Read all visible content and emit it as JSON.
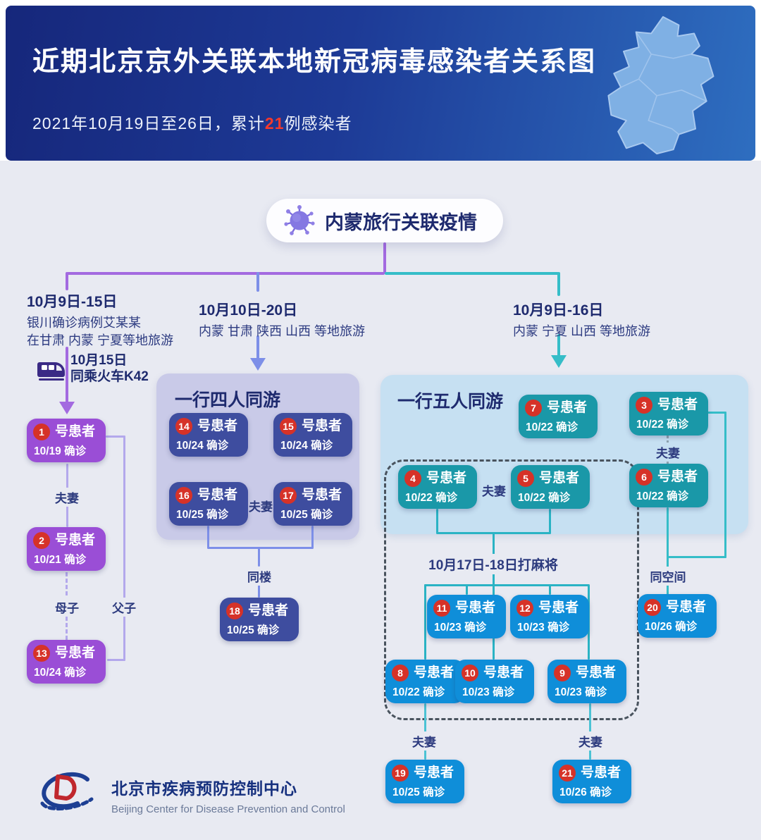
{
  "header": {
    "title": "近期北京京外关联本地新冠病毒感染者关系图",
    "subtitle_prefix": "2021年10月19日至26日，累计",
    "subtitle_count": "21",
    "subtitle_suffix": "例感染者"
  },
  "root_node": {
    "label": "内蒙旅行关联疫情",
    "icon": "virus-icon"
  },
  "branches": [
    {
      "date": "10月9日-15日",
      "lines": [
        "银川确诊病例艾某某",
        "在甘肃 内蒙 宁夏等地旅游"
      ]
    },
    {
      "date": "10月10日-20日",
      "lines": [
        "内蒙 甘肃 陕西 山西 等地旅游"
      ]
    },
    {
      "date": "10月9日-16日",
      "lines": [
        "内蒙 宁夏 山西 等地旅游"
      ]
    }
  ],
  "train_note": {
    "icon": "train-icon",
    "date": "10月15日",
    "text": "同乘火车K42"
  },
  "groups": [
    {
      "label": "一行四人同游"
    },
    {
      "label": "一行五人同游"
    }
  ],
  "labels": {
    "patient_suffix": "号患者",
    "spouse": "夫妻",
    "mother_son": "母子",
    "father_son": "父子",
    "same_building": "同楼",
    "same_space": "同空间",
    "mahjong": "10月17日-18日打麻将"
  },
  "patients": [
    {
      "num": "1",
      "date": "10/19 确诊"
    },
    {
      "num": "2",
      "date": "10/21 确诊"
    },
    {
      "num": "3",
      "date": "10/22 确诊"
    },
    {
      "num": "4",
      "date": "10/22 确诊"
    },
    {
      "num": "5",
      "date": "10/22 确诊"
    },
    {
      "num": "6",
      "date": "10/22 确诊"
    },
    {
      "num": "7",
      "date": "10/22 确诊"
    },
    {
      "num": "8",
      "date": "10/22 确诊"
    },
    {
      "num": "9",
      "date": "10/23 确诊"
    },
    {
      "num": "10",
      "date": "10/23 确诊"
    },
    {
      "num": "11",
      "date": "10/23 确诊"
    },
    {
      "num": "12",
      "date": "10/23 确诊"
    },
    {
      "num": "13",
      "date": "10/24 确诊"
    },
    {
      "num": "14",
      "date": "10/24 确诊"
    },
    {
      "num": "15",
      "date": "10/24 确诊"
    },
    {
      "num": "16",
      "date": "10/25 确诊"
    },
    {
      "num": "17",
      "date": "10/25 确诊"
    },
    {
      "num": "18",
      "date": "10/25 确诊"
    },
    {
      "num": "19",
      "date": "10/25 确诊"
    },
    {
      "num": "20",
      "date": "10/26 确诊"
    },
    {
      "num": "21",
      "date": "10/26 确诊"
    }
  ],
  "footer": {
    "org_cn": "北京市疾病预防控制中心",
    "org_en": "Beijing Center for Disease Prevention and Control"
  },
  "palette": {
    "header_gradient_start": "#16277b",
    "header_gradient_end": "#2e6ec0",
    "page_bg": "#e8eaf2",
    "node_purple": "#9a4ed6",
    "node_indigo": "#3e4d9f",
    "node_teal": "#1a98a8",
    "node_blue": "#0f8ed9",
    "badge_red": "#d63228",
    "accent_red": "#f5392c",
    "line_purple": "#a36ae0",
    "line_violet": "#7d8fe8",
    "line_teal": "#35bdc8",
    "navy_text": "#1e2a6e"
  }
}
